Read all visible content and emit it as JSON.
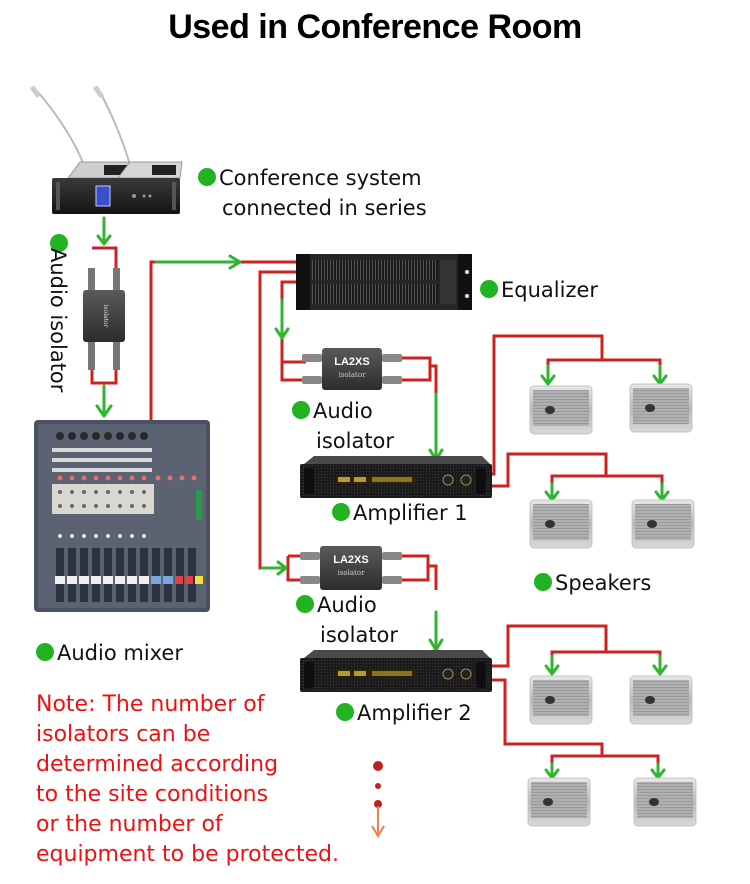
{
  "title": "Used in Conference Room",
  "colors": {
    "signal_line": "#cc2222",
    "arrow": "#2fb52f",
    "label_dot": "#22b322",
    "note_text": "#ee1111",
    "continuation_arrow": "#f08050"
  },
  "labels": {
    "conference_system": [
      "Conference system",
      "connected in series"
    ],
    "audio_isolator_vertical": "Audio isolator",
    "equalizer": "Equalizer",
    "audio_isolator_1": [
      "Audio",
      "isolator"
    ],
    "amplifier_1": "Amplifier 1",
    "speakers": "Speakers",
    "audio_isolator_2": [
      "Audio",
      "isolator"
    ],
    "audio_mixer": "Audio mixer",
    "amplifier_2": "Amplifier 2"
  },
  "device_text": {
    "isolator_model": "LA2XS",
    "isolator_brand": "isolator"
  },
  "note_lines": [
    "Note: The number of",
    "isolators can be",
    "determined according",
    "to the site conditions",
    "or the number of",
    "equipment to be protected."
  ],
  "nodes": [
    {
      "id": "conference_system",
      "type": "conference-unit"
    },
    {
      "id": "isolator_top",
      "type": "audio-isolator"
    },
    {
      "id": "mixer",
      "type": "audio-mixer"
    },
    {
      "id": "equalizer",
      "type": "equalizer"
    },
    {
      "id": "isolator_1",
      "type": "audio-isolator"
    },
    {
      "id": "amplifier_1",
      "type": "power-amplifier"
    },
    {
      "id": "isolator_2",
      "type": "audio-isolator"
    },
    {
      "id": "amplifier_2",
      "type": "power-amplifier"
    },
    {
      "id": "speaker_1a",
      "type": "speaker"
    },
    {
      "id": "speaker_1b",
      "type": "speaker"
    },
    {
      "id": "speaker_1c",
      "type": "speaker"
    },
    {
      "id": "speaker_1d",
      "type": "speaker"
    },
    {
      "id": "speaker_2a",
      "type": "speaker"
    },
    {
      "id": "speaker_2b",
      "type": "speaker"
    },
    {
      "id": "speaker_2c",
      "type": "speaker"
    },
    {
      "id": "speaker_2d",
      "type": "speaker"
    }
  ],
  "edges": [
    [
      "conference_system",
      "isolator_top"
    ],
    [
      "isolator_top",
      "mixer"
    ],
    [
      "mixer",
      "equalizer"
    ],
    [
      "equalizer",
      "isolator_1"
    ],
    [
      "isolator_1",
      "amplifier_1"
    ],
    [
      "equalizer",
      "isolator_2"
    ],
    [
      "isolator_2",
      "amplifier_2"
    ],
    [
      "amplifier_1",
      "speaker_1a"
    ],
    [
      "amplifier_1",
      "speaker_1b"
    ],
    [
      "amplifier_1",
      "speaker_1c"
    ],
    [
      "amplifier_1",
      "speaker_1d"
    ],
    [
      "amplifier_2",
      "speaker_2a"
    ],
    [
      "amplifier_2",
      "speaker_2b"
    ],
    [
      "amplifier_2",
      "speaker_2c"
    ],
    [
      "amplifier_2",
      "speaker_2d"
    ]
  ]
}
